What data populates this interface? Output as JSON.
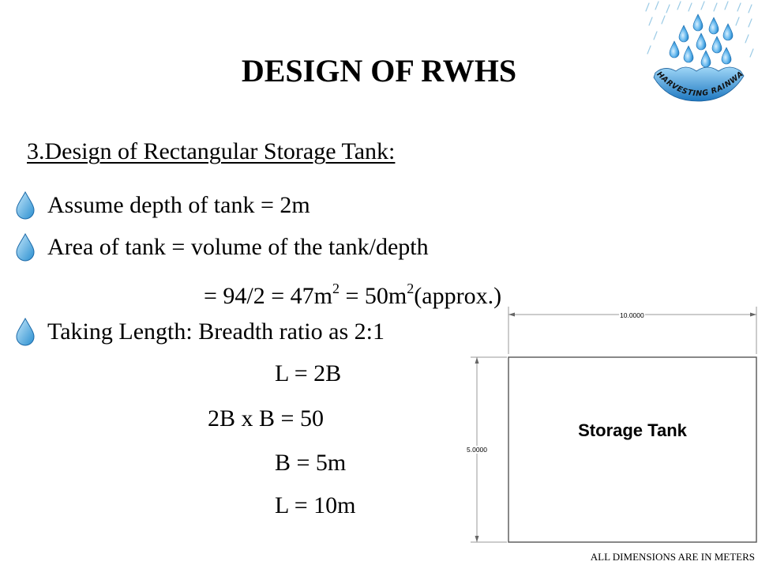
{
  "title": "DESIGN OF RWHS",
  "logo": {
    "text": "HARVESTING RAINWATER",
    "icon": "rain-drops-water-icon"
  },
  "subtitle": "3.Design of Rectangular Storage Tank:",
  "bullets": [
    {
      "icon": "water-drop-icon",
      "text": "Assume depth of tank = 2m"
    },
    {
      "icon": "water-drop-icon",
      "text": "Area of tank = volume of the tank/depth"
    },
    {
      "icon": "water-drop-icon",
      "text": "Taking Length: Breadth ratio as 2:1"
    }
  ],
  "area_line": {
    "part1": "= 94/2 = 47m",
    "sup1": "2",
    "part2": " = 50m",
    "sup2": "2",
    "part3": "(approx.)"
  },
  "equations": [
    "L = 2B",
    "2B x B = 50",
    "B = 5m",
    "L = 10m"
  ],
  "drawing": {
    "label": "Storage Tank",
    "length_dim": "10.0000",
    "breadth_dim": "5.0000",
    "note": "ALL DIMENSIONS ARE IN METERS"
  },
  "colors": {
    "drop_light": "#9fd4f2",
    "drop_dark": "#2a8fd0",
    "water": "#3a9fe0"
  }
}
